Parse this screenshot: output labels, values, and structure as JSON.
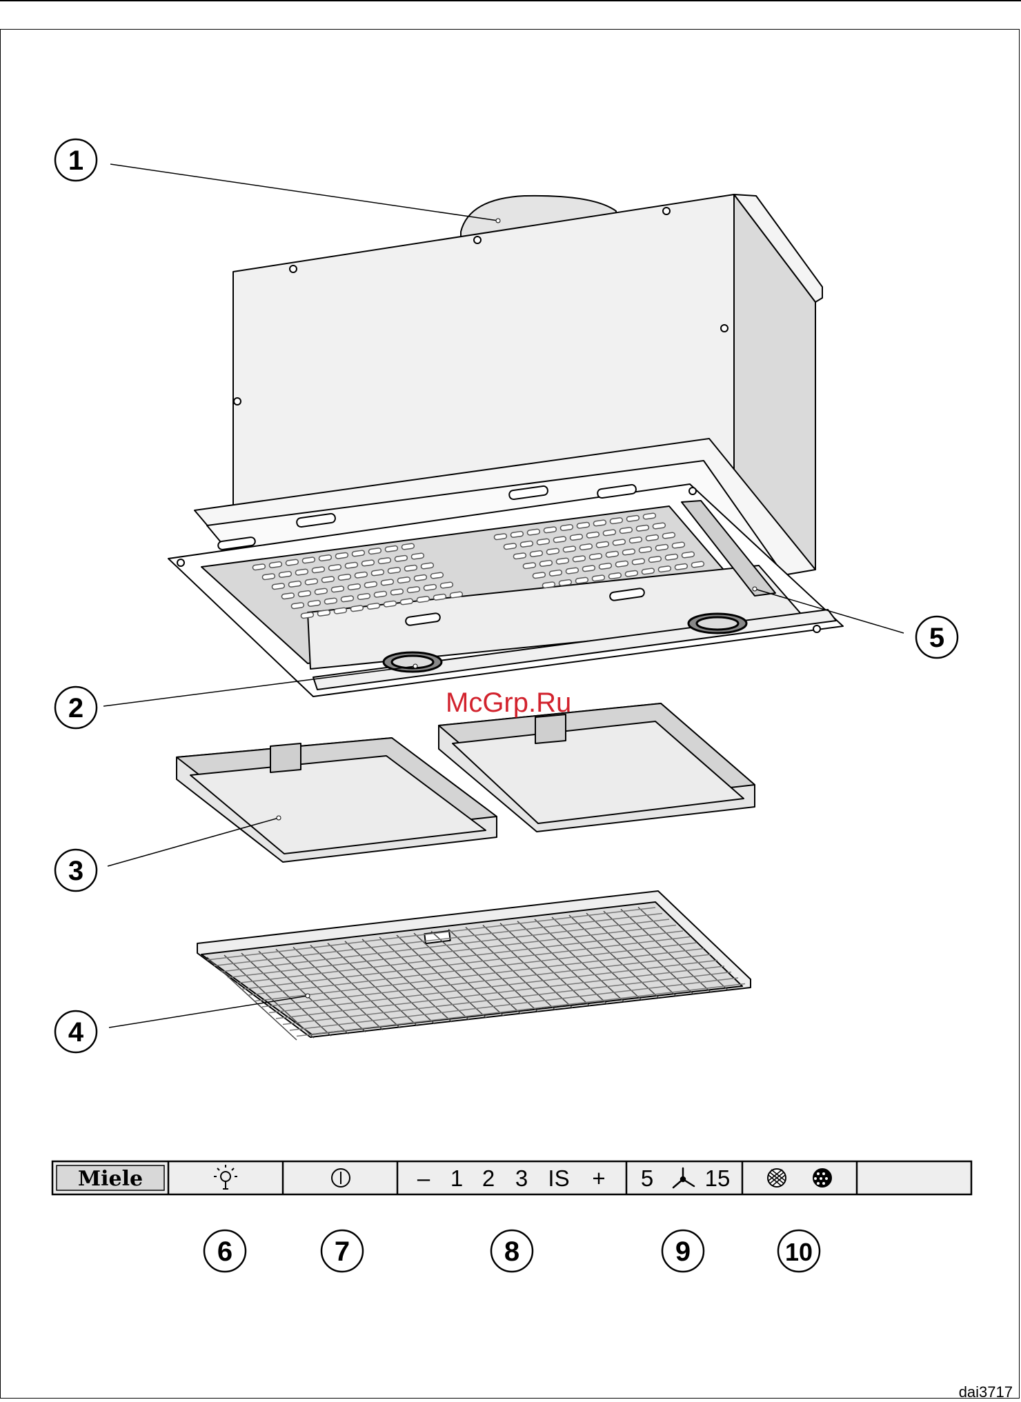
{
  "callouts": {
    "c1": "1",
    "c2": "2",
    "c3": "3",
    "c4": "4",
    "c5": "5",
    "c6": "6",
    "c7": "7",
    "c8": "8",
    "c9": "9",
    "c10": "10"
  },
  "watermark": "McGrp.Ru",
  "drawing_code": "dai3717",
  "control_panel": {
    "brand": "Miele",
    "light_icon": "light-bulb-icon",
    "power_icon": "power-icon",
    "fan_minus": "–",
    "fan_1": "1",
    "fan_2": "2",
    "fan_3": "3",
    "fan_is": "IS",
    "fan_plus": "+",
    "runon_5": "5",
    "runon_icon": "fan-icon",
    "runon_15": "15",
    "filter_icon_grease": "grease-filter-icon",
    "filter_icon_odour": "odour-filter-icon"
  },
  "colors": {
    "line": "#000000",
    "panel_fill": "#eeeeee",
    "hood_fill": "#efefef",
    "filter_fill": "#e6e6e6",
    "mesh": "#555555",
    "watermark": "#d2222d"
  }
}
